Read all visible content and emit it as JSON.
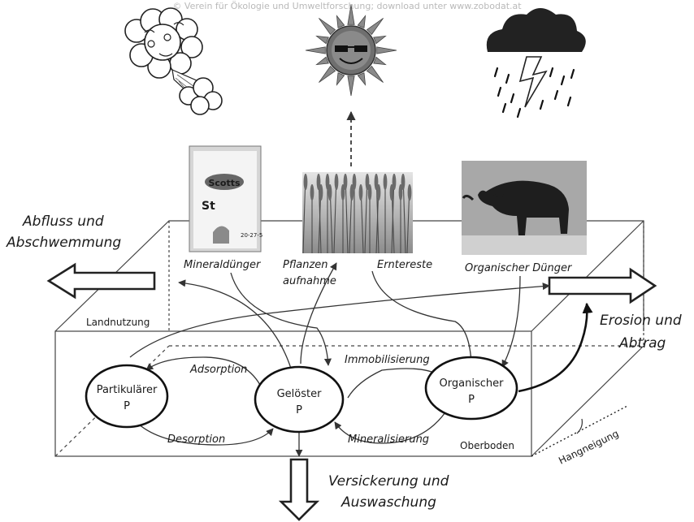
{
  "watermark": "© Verein für Ökologie und Umweltforschung; download unter www.zobodat.at",
  "sources": {
    "fertilizer_photo": {
      "brand": "Scotts",
      "text1": "St",
      "text2": "20-27-5"
    }
  },
  "labels": {
    "runoff": [
      "Abfluss und",
      "Abschwemmung"
    ],
    "erosion": [
      "Erosion und",
      "Abtrag"
    ],
    "leaching": [
      "Versickerung und",
      "Auswaschung"
    ],
    "mineral_fertilizer": "Mineraldünger",
    "plant_uptake": [
      "Pflanzen",
      "aufnahme"
    ],
    "harvest_residue": "Erntereste",
    "organic_fertilizer": "Organischer Dünger",
    "land_use": "Landnutzung",
    "topsoil": "Oberboden",
    "slope": "Hangneigung"
  },
  "nodes": {
    "particulate": [
      "Partikulärer",
      "P"
    ],
    "dissolved": [
      "Gelöster",
      "P"
    ],
    "organic": [
      "Organischer",
      "P"
    ]
  },
  "processes": {
    "adsorption": "Adsorption",
    "desorption": "Desorption",
    "immobilisation": "Immobilisierung",
    "mineralisation": "Mineralisierung"
  },
  "icons": [
    "wind-cloud-icon",
    "sun-icon",
    "rain-cloud-icon"
  ],
  "colors": {
    "ink": "#1a1a1a",
    "photo_bg": "#9a9a9a",
    "sun": "#555555"
  }
}
